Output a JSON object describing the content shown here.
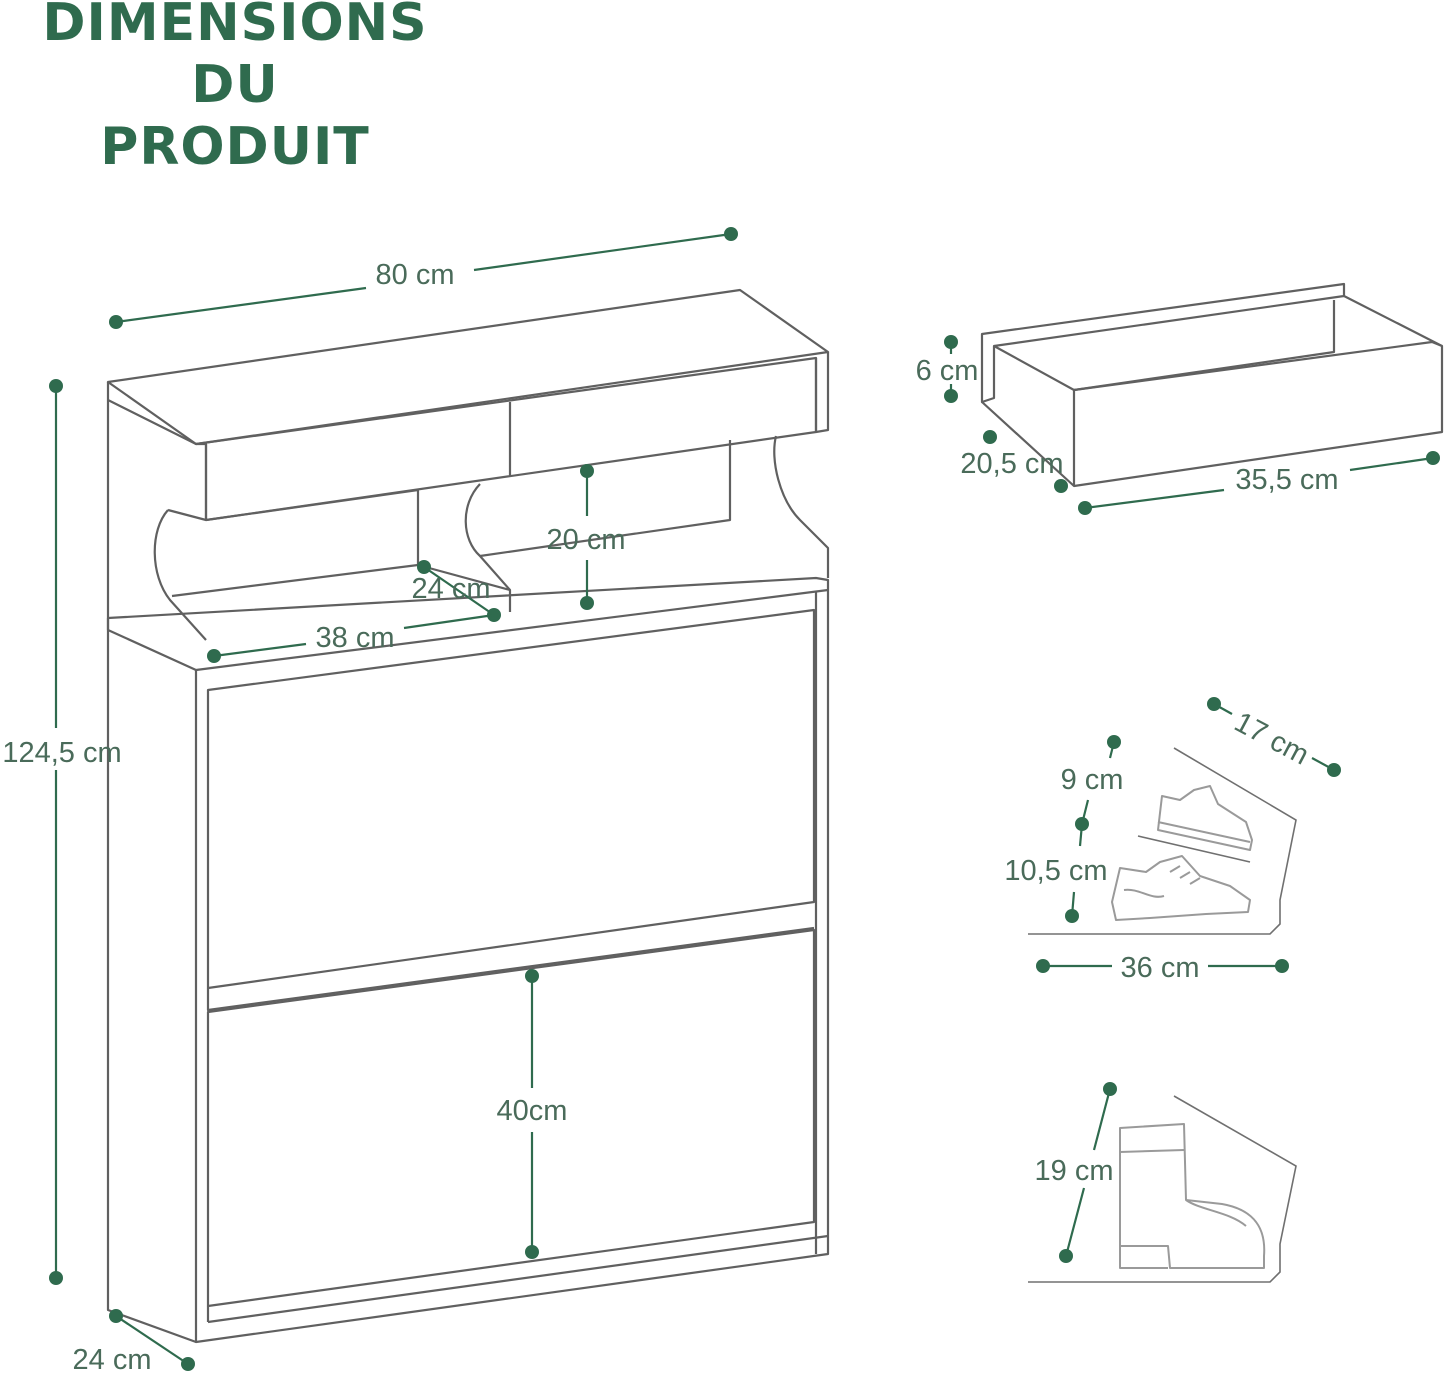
{
  "title": {
    "line1": "DIMENSIONS DU",
    "line2": "PRODUIT"
  },
  "colors": {
    "accent": "#2f6b4e",
    "outline": "#606060",
    "label": "#4a6b5a"
  },
  "cabinet": {
    "width": "80 cm",
    "height": "124,5 cm",
    "depth": "24 cm",
    "shelf_height": "20 cm",
    "shelf_depth": "24 cm",
    "shelf_width": "38 cm",
    "flap_height": "40cm"
  },
  "drawer": {
    "height": "6 cm",
    "depth": "20,5 cm",
    "width": "35,5 cm"
  },
  "shoe_compartment": {
    "depth_top": "17 cm",
    "upper_gap": "9 cm",
    "lower_gap": "10,5 cm",
    "width": "36 cm",
    "boot_height": "19 cm"
  },
  "icons": [
    "sneaker-icon",
    "running-shoe-icon",
    "boot-icon"
  ]
}
